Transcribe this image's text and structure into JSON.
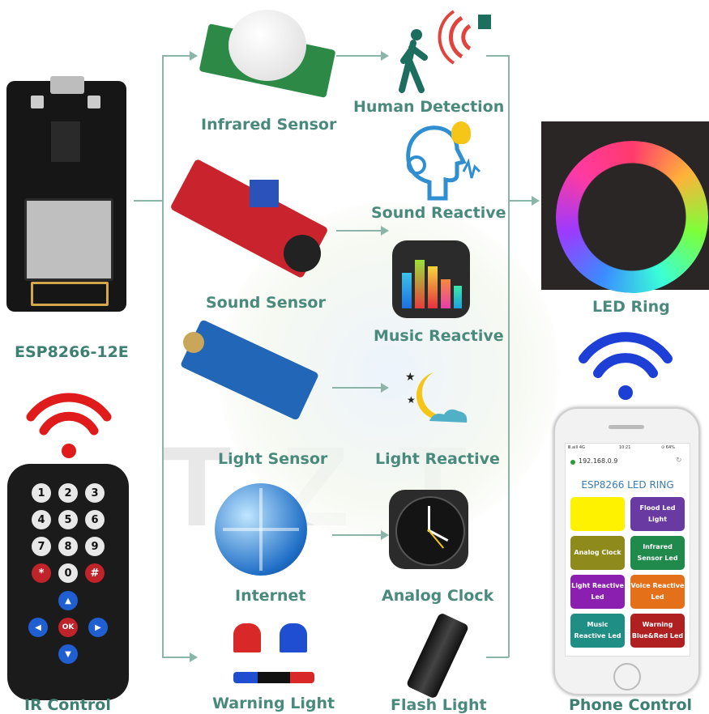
{
  "labels": {
    "esp": "ESP8266-12E",
    "ir": "IR Control",
    "infrared": "Infrared Sensor",
    "human": "Human Detection",
    "sound_reactive": "Sound Reactive",
    "sound_sensor": "Sound Sensor",
    "music": "Music Reactive",
    "light_sensor": "Light Sensor",
    "light_reactive": "Light Reactive",
    "internet": "Internet",
    "clock": "Analog Clock",
    "warning": "Warning Light",
    "flash": "Flash Light",
    "led_ring": "LED Ring",
    "phone": "Phone Control"
  },
  "watermark": "TZT",
  "phone_screen": {
    "status_left": "Ⅲ.aill 4G",
    "status_time": "10:21",
    "status_right": "⊙ 64%",
    "ip": "192.168.0.9",
    "title": "ESP8266 LED RING",
    "tiles": [
      {
        "label": "",
        "color": "#fff200"
      },
      {
        "label": "Flood Led Light",
        "color": "#6a3aa3"
      },
      {
        "label": "Analog Clock",
        "color": "#8f8a1c"
      },
      {
        "label": "Infrared Sensor Led",
        "color": "#1f8a4c"
      },
      {
        "label": "Light Reactive Led",
        "color": "#8a1fb0"
      },
      {
        "label": "Voice Reactive Led",
        "color": "#e5701a"
      },
      {
        "label": "Music Reactive Led",
        "color": "#1f8e84"
      },
      {
        "label": "Warning Blue&Red Led",
        "color": "#b02020"
      }
    ]
  },
  "remote": {
    "keys": [
      "1",
      "2",
      "3",
      "4",
      "5",
      "6",
      "7",
      "8",
      "9",
      "*",
      "0",
      "#"
    ],
    "ok": "OK"
  },
  "colors": {
    "label": "#4a8a7c",
    "arrow": "#8ab5a8",
    "wifi_red": "#e01b1b",
    "wifi_blue": "#1d3fd6"
  }
}
